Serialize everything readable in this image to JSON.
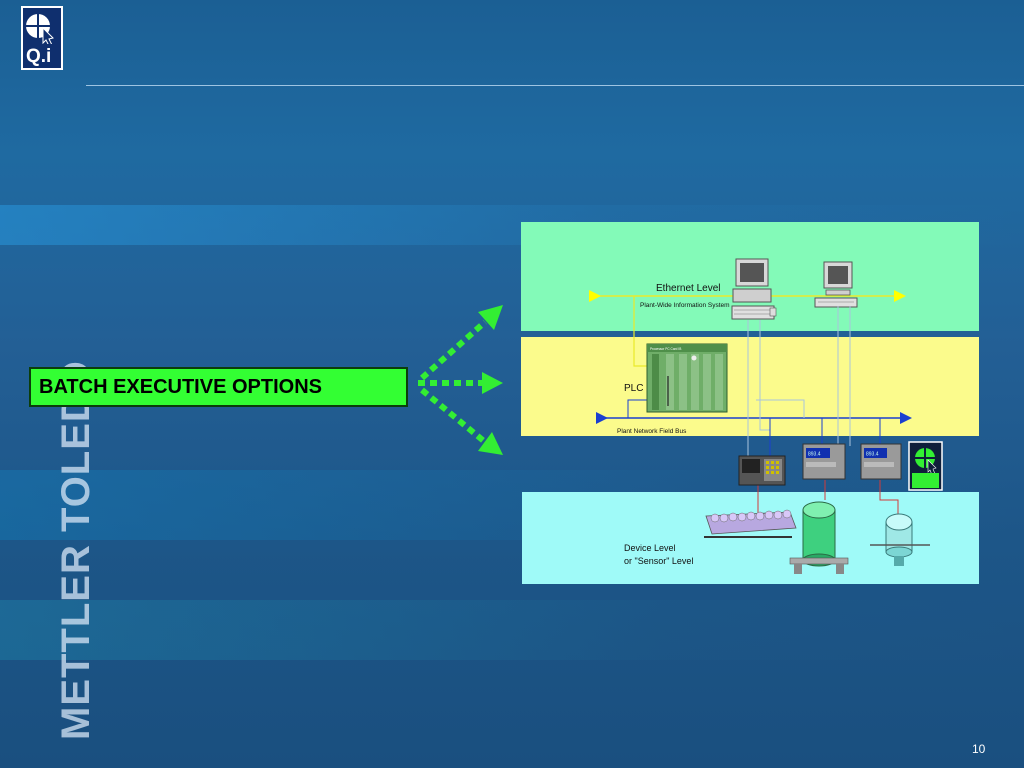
{
  "slide": {
    "heading_box": "BATCH EXECUTIVE OPTIONS",
    "page_number": "10",
    "brand_vertical": "METTLER TOLEDO",
    "logo_text": "Q.i",
    "colors": {
      "ethernet_band": "#83fab8",
      "plc_band": "#fbfb8c",
      "device_band": "#9ffaf8",
      "highlight_box": "#33ff33",
      "arrow": "#33ee33"
    }
  },
  "diagram": {
    "ethernet_level": "Ethernet Level",
    "plant_wide": "Plant-Wide Information System",
    "plc": "PLC",
    "field_bus": "Plant Network Field Bus",
    "device_level_1": "Device Level",
    "device_level_2": "or \"Sensor\" Level",
    "indicator_reading": "893.4"
  }
}
